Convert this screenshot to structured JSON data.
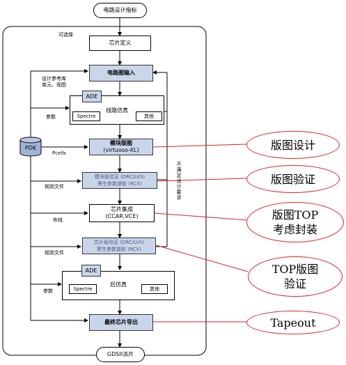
{
  "nodes": {
    "start": "电路设计指标",
    "chip_define": "芯片定义",
    "schematic": "电路图输入",
    "ade1": "ADE",
    "sim1": "线路仿真",
    "spectre1": "Spectre",
    "other1": "其他",
    "pdk": "PDK",
    "layout_l1": "模块版图",
    "layout_l2": "(virtuoso-XL)",
    "verify_l1": "模块级验证 (DRC/LVS)",
    "verify_l2": "寄生参数提取 (RCX)",
    "integ_l1": "芯片集成",
    "integ_l2": "(CCAR,VCE)",
    "chipver_l1": "芯片级验证 (DRC/LVS)",
    "chipver_l2": "寄生参数提取 (RCX)",
    "ade2": "ADE",
    "postsim": "后仿真",
    "spectre2": "Spectre",
    "other2": "其他",
    "export": "最终芯片导出",
    "end": "GDSII派片"
  },
  "labels": {
    "optional": "可选择",
    "ref_l1": "设计参考库",
    "ref_l2": "单元、视图",
    "params1": "参数",
    "pcells": "Pcells",
    "rules1": "规则文件",
    "wiring": "布线",
    "rules2": "规则文件",
    "params2": "参数",
    "not_met": [
      "不",
      "满",
      "足",
      "设",
      "计",
      "要",
      "求"
    ]
  },
  "callouts": {
    "c1": "版图设计",
    "c2": "版图验证",
    "c3_l1": "版图TOP",
    "c3_l2": "考虑封装",
    "c4_l1": "TOP版图",
    "c4_l2": "验证",
    "c5": "Tapeout"
  },
  "colors": {
    "accent_fill": "#c9d6ea",
    "callout_border": "#e02020",
    "pdk_fill": "#9fb4d6"
  }
}
